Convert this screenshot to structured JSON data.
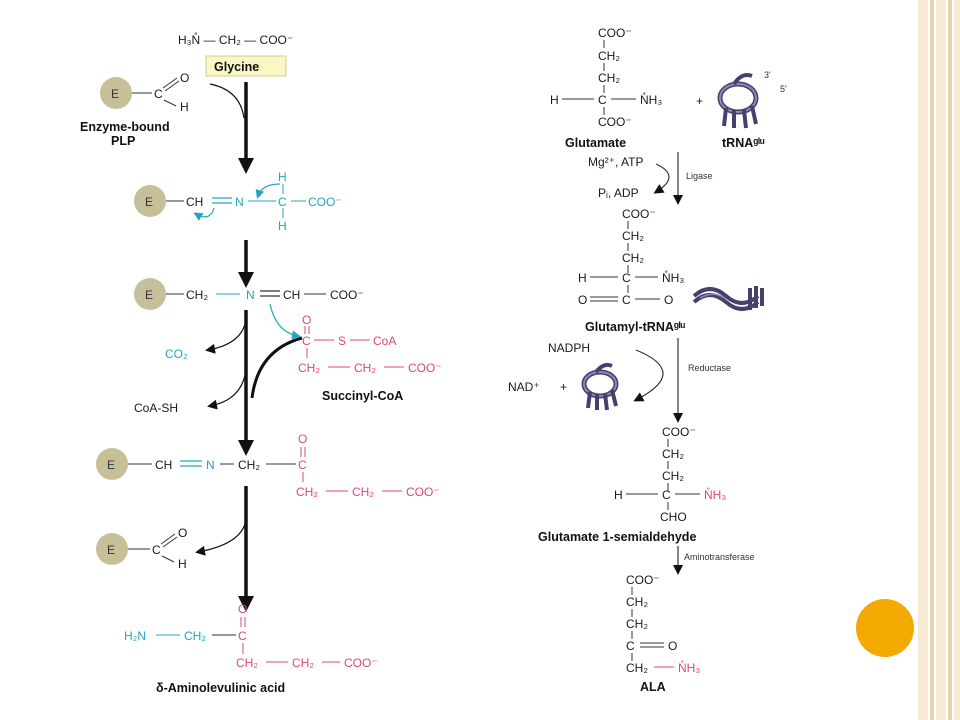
{
  "colors": {
    "slide_border": "#f3e3c6",
    "slide_border_dark": "#e7cfa0",
    "accent_circle": "#f2a900",
    "cyan": "#21a6c4",
    "pink": "#e0457a",
    "enzyme_fill": "#c7bf98",
    "glycine_box": "#fbf7c4"
  },
  "left_pathway": {
    "glycine_formula": "H₃N̊ — CH₂ — COO⁻",
    "glycine_label": "Glycine",
    "enzyme_letter": "E",
    "plp_aldehyde": "C",
    "plp_o": "O",
    "plp_h": "H",
    "plp_label_1": "Enzyme-bound",
    "plp_label_2": "PLP",
    "schiff1": {
      "ch": "CH",
      "n": "N",
      "c": "C",
      "h_top": "H",
      "h_bot": "H",
      "coo": "COO⁻"
    },
    "schiff2": {
      "ch2": "CH₂",
      "n": "N",
      "ch": "CH",
      "coo": "COO⁻"
    },
    "co2": "CO₂",
    "coash": "CoA-SH",
    "succinyl": {
      "c": "C",
      "o": "O",
      "s": "S",
      "coa": "CoA",
      "ch2a": "CH₂",
      "ch2b": "CH₂",
      "coo": "COO⁻",
      "label": "Succinyl-CoA"
    },
    "schiff3": {
      "ch": "CH",
      "n": "N",
      "ch2": "CH₂",
      "c": "C",
      "o": "O",
      "ch2a": "CH₂",
      "ch2b": "CH₂",
      "coo": "COO⁻"
    },
    "ala": {
      "h2n": "H₂N",
      "ch2": "CH₂",
      "c": "C",
      "o": "O",
      "ch2a": "CH₂",
      "ch2b": "CH₂",
      "coo": "COO⁻",
      "label": "δ-Aminolevulinic acid"
    }
  },
  "right_pathway": {
    "glutamate": {
      "coo_top": "COO⁻",
      "ch2a": "CH₂",
      "ch2b": "CH₂",
      "h": "H",
      "c": "C",
      "nh3": "N̊H₃",
      "coo_bot": "COO⁻",
      "plus": "+",
      "label": "Glutamate"
    },
    "trna_label": "tRNAᵍˡᵘ",
    "trna_3": "3'",
    "trna_5": "5'",
    "ligase_in": "Mg²⁺, ATP",
    "ligase_out": "Pᵢ, ADP",
    "ligase_name": "Ligase",
    "glutamyl": {
      "coo_top": "COO⁻",
      "ch2a": "CH₂",
      "ch2b": "CH₂",
      "h": "H",
      "c": "C",
      "nh3": "N̊H₃",
      "o": "O",
      "c2": "C",
      "o2": "O",
      "label": "Glutamyl-tRNAᵍˡᵘ"
    },
    "nadph": "NADPH",
    "nad": "NAD⁺",
    "plus": "+",
    "reductase_name": "Reductase",
    "gsa": {
      "coo_top": "COO⁻",
      "ch2a": "CH₂",
      "ch2b": "CH₂",
      "h": "H",
      "c": "C",
      "nh3": "N̊H₃",
      "cho": "CHO",
      "label": "Glutamate 1-semialdehyde"
    },
    "aminotransferase_name": "Aminotransferase",
    "ala": {
      "coo_top": "COO⁻",
      "ch2a": "CH₂",
      "ch2b": "CH₂",
      "c": "C",
      "o": "O",
      "ch2c": "CH₂",
      "nh3": "N̊H₃",
      "label": "ALA"
    }
  }
}
